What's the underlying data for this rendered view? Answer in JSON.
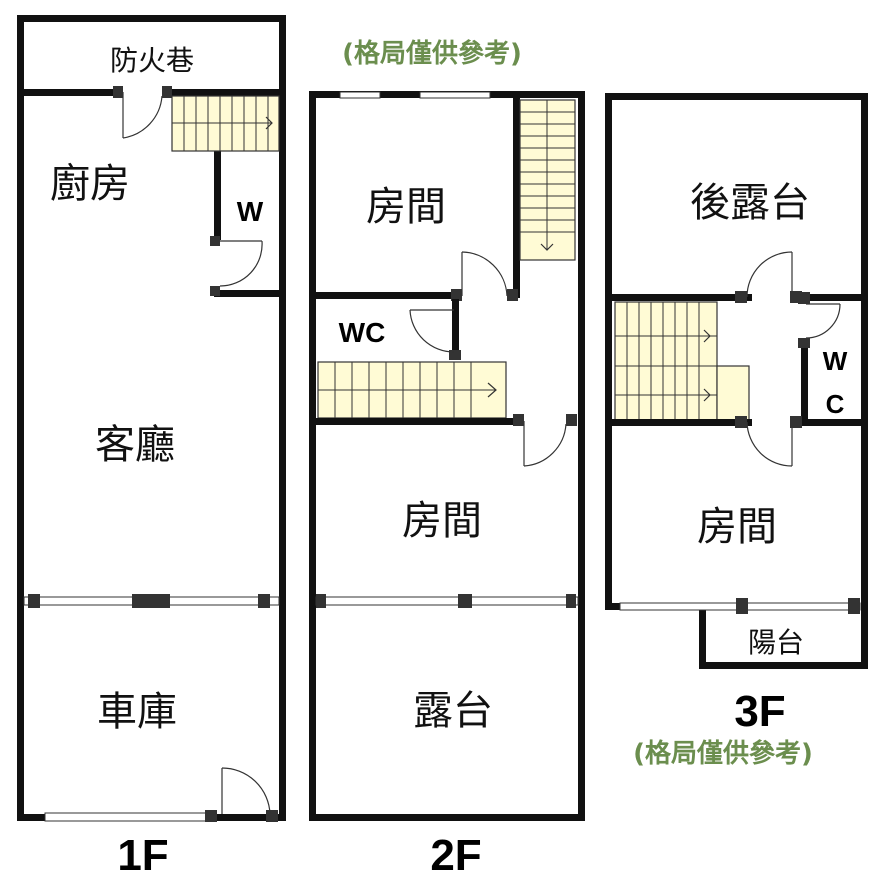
{
  "notes": {
    "top": "(格局僅供參考)",
    "bottom": "(格局僅供參考)"
  },
  "floors": {
    "f1": {
      "label": "1F",
      "rooms": {
        "fire_lane": "防火巷",
        "kitchen": "廚房",
        "w": "W",
        "living": "客廳",
        "garage": "車庫"
      }
    },
    "f2": {
      "label": "2F",
      "rooms": {
        "room_top": "房間",
        "wc": "WC",
        "room_mid": "房間",
        "terrace": "露台"
      }
    },
    "f3": {
      "label": "3F",
      "rooms": {
        "back_terrace": "後露台",
        "w": "W",
        "c": "C",
        "room": "房間",
        "balcony": "陽台"
      }
    }
  },
  "colors": {
    "wall": "#111111",
    "stair_fill": "#fffbd5",
    "note_text": "#6b8e4e"
  }
}
